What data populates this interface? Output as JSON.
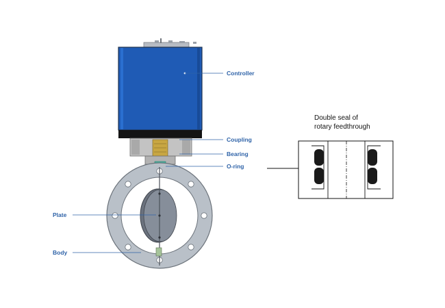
{
  "diagram": {
    "callouts": {
      "controller": "Controller",
      "coupling": "Coupling",
      "bearing": "Bearing",
      "oring": "O-ring",
      "plate": "Plate",
      "body": "Body"
    },
    "seal_note": [
      "Double seal of",
      "rotary feedthrough"
    ],
    "colors": {
      "label": "#2f63a8",
      "leader": "#2f63a8",
      "controller_blue": "#1f5bb5",
      "controller_base": "#141414",
      "housing_gray": "#bdbdbd",
      "flange_gray": "#b9c0c8",
      "plate_gray": "#7e8591",
      "coupling_gold": "#c8a642",
      "oring_teal": "#46b8a3"
    }
  }
}
